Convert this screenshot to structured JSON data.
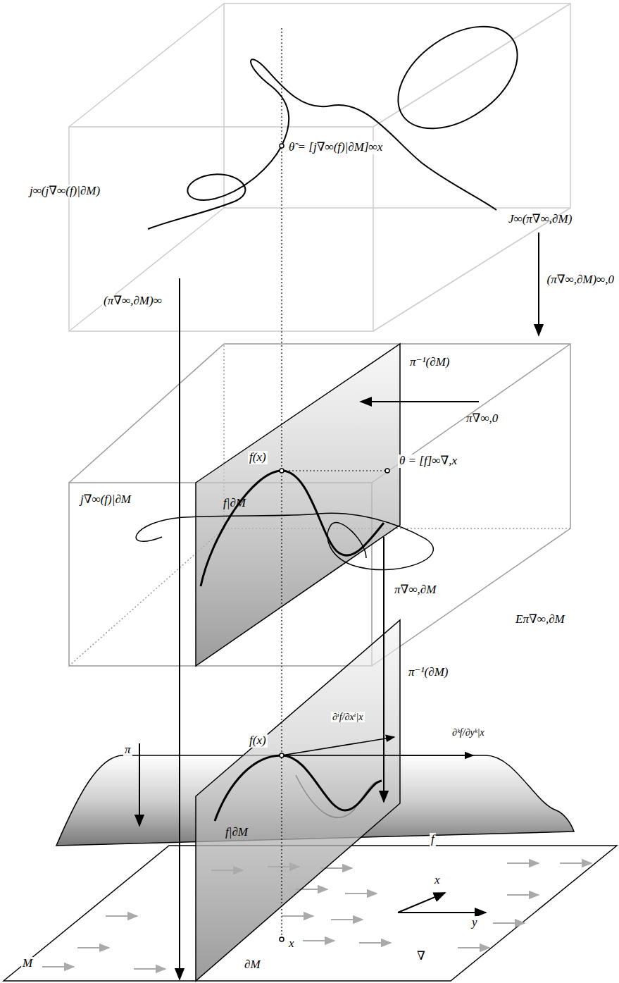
{
  "diagram": {
    "labels": [
      "j∞(j∇∞(f)|∂M)",
      "θ̃ = [j∇∞(f)|∂M]∞x",
      "J∞(π∇∞,∂M)",
      "(π∇∞,∂M)∞,0",
      "(π∇∞,∂M)∞",
      "π⁻¹(∂M)",
      "π∇∞,0",
      "f(x)",
      "θ = [f]∞∇,x",
      "j∇∞(f)|∂M",
      "f|∂M",
      "Eπ∇∞,∂M",
      "π∇∞,∂M",
      "π⁻¹(∂M)",
      "π",
      "∂ⁱf/∂xⁱ|x",
      "∂ᵏf/∂yᵏ|x",
      "f(x)",
      "f|∂M",
      "f",
      "x",
      "y",
      "x",
      "M",
      "∂M",
      "∇"
    ]
  }
}
